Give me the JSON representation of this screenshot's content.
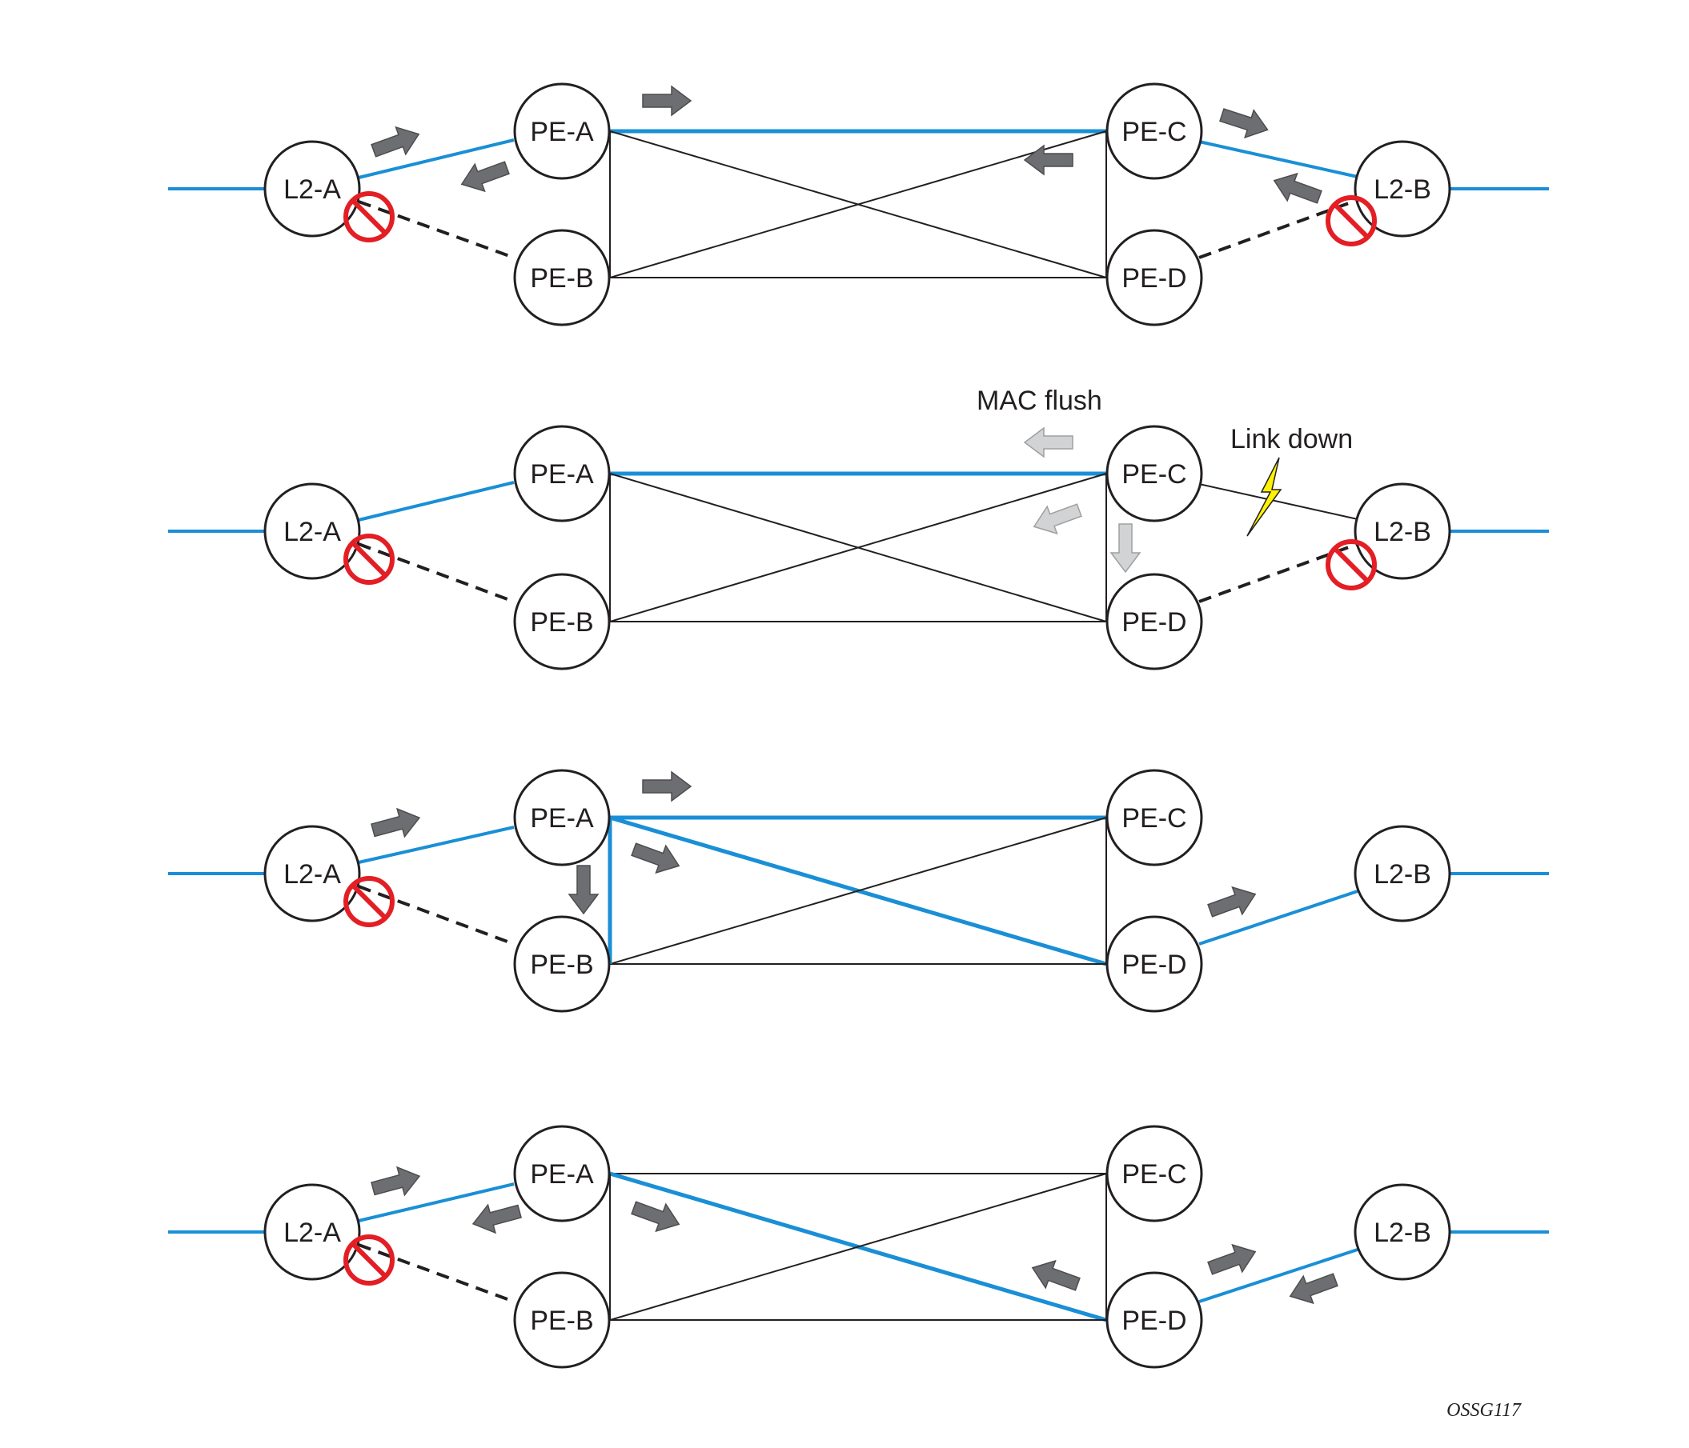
{
  "colors": {
    "accent_blue": "#1a8fd6",
    "line_black": "#231f20",
    "arrow_dark": "#6d6e71",
    "arrow_light": "#d1d3d4",
    "block_red": "#e31e24",
    "bolt_yellow": "#fff200"
  },
  "nodes": {
    "l2a": "L2-A",
    "l2b": "L2-B",
    "pea": "PE-A",
    "peb": "PE-B",
    "pec": "PE-C",
    "ped": "PE-D"
  },
  "annotations": {
    "mac_flush": "MAC flush",
    "link_down": "Link down"
  },
  "figure_id": "OSSG117",
  "icons": {
    "blocked": "blocked-port-icon",
    "lightning": "lightning-bolt-icon",
    "arrow": "block-arrow-icon"
  },
  "panels": [
    {
      "active_links": [
        "l2a-pea",
        "pea-pec",
        "pec-l2b"
      ],
      "blocked_ports": [
        "l2a-peb",
        "l2b-ped"
      ],
      "failed_links": []
    },
    {
      "active_links": [
        "l2a-pea",
        "pea-pec"
      ],
      "blocked_ports": [
        "l2a-peb",
        "l2b-ped"
      ],
      "failed_links": [
        "pec-l2b"
      ]
    },
    {
      "active_links": [
        "l2a-pea",
        "pea-pec",
        "pea-peb",
        "pea-ped",
        "ped-l2b"
      ],
      "blocked_ports": [
        "l2a-peb"
      ],
      "failed_links": []
    },
    {
      "active_links": [
        "l2a-pea",
        "pea-ped",
        "ped-l2b"
      ],
      "blocked_ports": [
        "l2a-peb"
      ],
      "failed_links": []
    }
  ]
}
